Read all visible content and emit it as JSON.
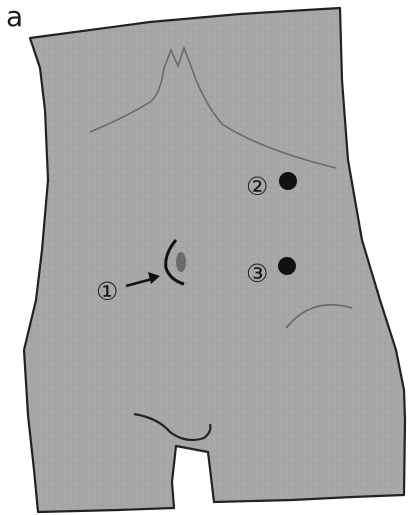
{
  "figure": {
    "panel_letter": "a",
    "markers": [
      {
        "label": "①"
      },
      {
        "label": "②"
      },
      {
        "label": "③"
      }
    ]
  },
  "colors": {
    "skin_fill": "#a7a7a7",
    "outline": "#222222",
    "port_dot": "#111111",
    "umbilicus": "#6b6b6b"
  },
  "icons": {
    "incision": "curved-incision-mark",
    "arrow": "right-arrow-icon",
    "port": "filled-circle-icon"
  }
}
